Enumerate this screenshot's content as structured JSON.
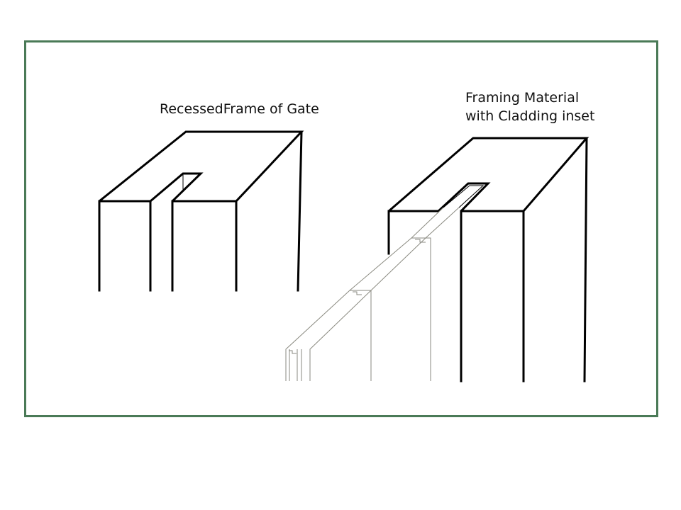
{
  "labels": {
    "left": "RecessedFrame of Gate",
    "right_line1": "Framing Material",
    "right_line2": "with Cladding inset"
  },
  "colors": {
    "frame_border": "#4a7a57",
    "frame_line": "#000000",
    "cladding_line": "#8a8a80",
    "text": "#111111"
  }
}
